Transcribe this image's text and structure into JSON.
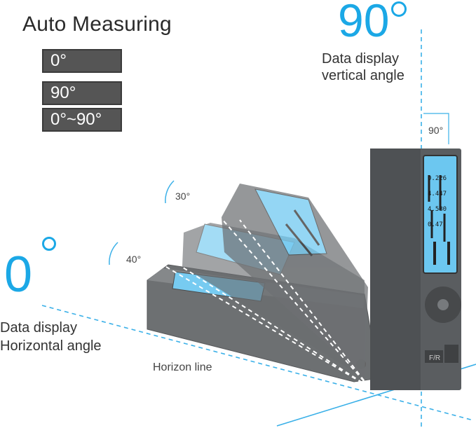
{
  "header": {
    "title": "Auto Measuring"
  },
  "modes": [
    "0°",
    "90°",
    "0°~90°"
  ],
  "vertical": {
    "value": "90",
    "caption_line1": "Data display",
    "caption_line2": "vertical angle",
    "angle_tag": "90°"
  },
  "horizontal": {
    "value": "0",
    "caption_line1": "Data display",
    "caption_line2": "Horizontal angle"
  },
  "angle_marks": [
    "30°",
    "40°"
  ],
  "horizon_label": "Horizon line",
  "device": {
    "button_label": "F/R",
    "screen_readings": [
      "0.226",
      "4.447",
      "4.580",
      "0.47"
    ]
  },
  "colors": {
    "accent": "#1ba8e6",
    "chip": "#555555",
    "device_body": "#5a5d60",
    "screen": "#6cc7f0"
  }
}
